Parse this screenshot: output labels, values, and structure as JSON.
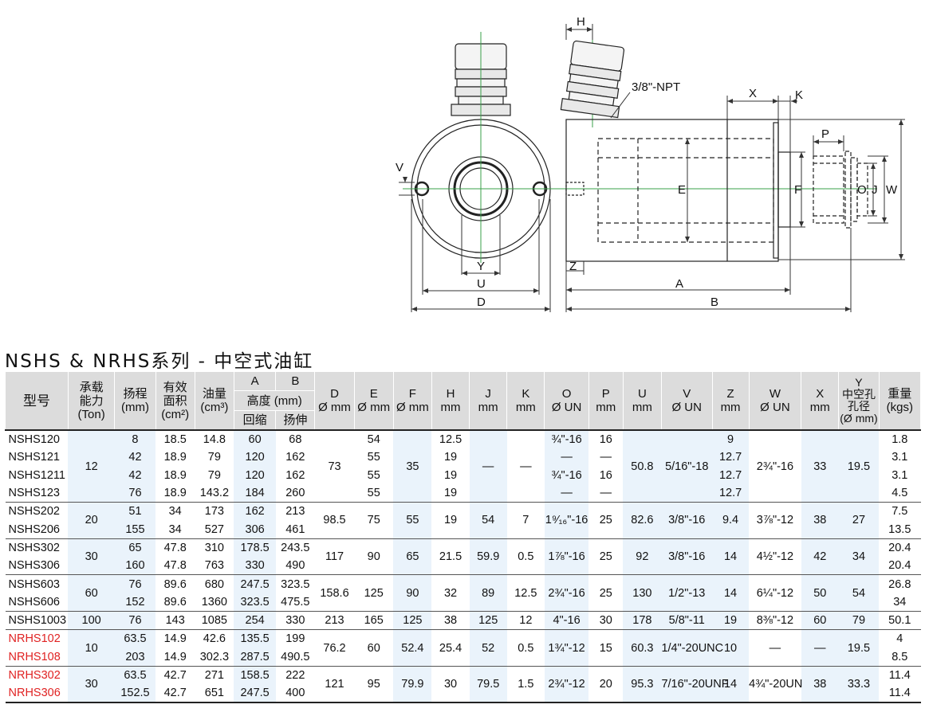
{
  "drawing": {
    "labels": {
      "H": "H",
      "npt": "3/8\"-NPT",
      "X": "X",
      "K": "K",
      "V": "V",
      "P": "P",
      "E": "E",
      "F": "F",
      "O": "O",
      "J": "J",
      "W": "W",
      "Z": "Z",
      "Y": "Y",
      "U": "U",
      "D": "D",
      "A": "A",
      "B": "B"
    }
  },
  "title": "NSHS & NRHS系列 - 中空式油缸",
  "table": {
    "headers": {
      "model": "型号",
      "capacity": [
        "承载",
        "能力",
        "(Ton)"
      ],
      "stroke": [
        "扬程",
        "(mm)"
      ],
      "area": [
        "有效",
        "面积",
        "(cm²)"
      ],
      "oil": [
        "油量",
        "(cm³)"
      ],
      "A": "A",
      "B": "B",
      "height": "高度 (mm)",
      "retracted": "回缩",
      "extended": "扬伸",
      "D": [
        "D",
        "Ø mm"
      ],
      "E": [
        "E",
        "Ø mm"
      ],
      "F": [
        "F",
        "Ø mm"
      ],
      "H": [
        "H",
        "mm"
      ],
      "J": [
        "J",
        "mm"
      ],
      "K": [
        "K",
        "mm"
      ],
      "O": [
        "O",
        "Ø UN"
      ],
      "P": [
        "P",
        "mm"
      ],
      "U": [
        "U",
        "mm"
      ],
      "V": [
        "V",
        "Ø UN"
      ],
      "Z": [
        "Z",
        "mm"
      ],
      "W": [
        "W",
        "Ø UN"
      ],
      "X": [
        "X",
        "mm"
      ],
      "Y": [
        "Y",
        "中空孔",
        "孔径",
        "(Ø mm)"
      ],
      "weight": [
        "重量",
        "(kgs)"
      ]
    },
    "groups": [
      {
        "capacity": "12",
        "D": "73",
        "F": "35",
        "J": "—",
        "K": "—",
        "U": "50.8",
        "V": "5/16\"-18",
        "W": "2¾\"-16",
        "X": "33",
        "Y": "19.5",
        "rows": [
          {
            "model": "NSHS120",
            "stroke": "8",
            "area": "18.5",
            "oil": "14.8",
            "A": "60",
            "B": "68",
            "E": "54",
            "H": "12.5",
            "O": "¾\"-16",
            "P": "16",
            "Z": "9",
            "weight": "1.8"
          },
          {
            "model": "NSHS121",
            "stroke": "42",
            "area": "18.9",
            "oil": "79",
            "A": "120",
            "B": "162",
            "E": "55",
            "H": "19",
            "O": "—",
            "P": "—",
            "Z": "12.7",
            "weight": "3.1"
          },
          {
            "model": "NSHS1211",
            "stroke": "42",
            "area": "18.9",
            "oil": "79",
            "A": "120",
            "B": "162",
            "E": "55",
            "H": "19",
            "O": "¾\"-16",
            "P": "16",
            "Z": "12.7",
            "weight": "3.1"
          },
          {
            "model": "NSHS123",
            "stroke": "76",
            "area": "18.9",
            "oil": "143.2",
            "A": "184",
            "B": "260",
            "E": "55",
            "H": "19",
            "O": "—",
            "P": "—",
            "Z": "12.7",
            "weight": "4.5"
          }
        ]
      },
      {
        "capacity": "20",
        "D": "98.5",
        "E": "75",
        "F": "55",
        "H": "19",
        "J": "54",
        "K": "7",
        "O": "1⁹⁄₁₆\"-16",
        "P": "25",
        "U": "82.6",
        "V": "3/8\"-16",
        "Z": "9.4",
        "W": "3⅞\"-12",
        "X": "38",
        "Y": "27",
        "rows": [
          {
            "model": "NSHS202",
            "stroke": "51",
            "area": "34",
            "oil": "173",
            "A": "162",
            "B": "213",
            "weight": "7.5"
          },
          {
            "model": "NSHS206",
            "stroke": "155",
            "area": "34",
            "oil": "527",
            "A": "306",
            "B": "461",
            "weight": "13.5"
          }
        ]
      },
      {
        "capacity": "30",
        "D": "117",
        "E": "90",
        "F": "65",
        "H": "21.5",
        "J": "59.9",
        "K": "0.5",
        "O": "1⅞\"-16",
        "P": "25",
        "U": "92",
        "V": "3/8\"-16",
        "Z": "14",
        "W": "4½\"-12",
        "X": "42",
        "Y": "34",
        "rows": [
          {
            "model": "NSHS302",
            "stroke": "65",
            "area": "47.8",
            "oil": "310",
            "A": "178.5",
            "B": "243.5",
            "weight": "20.4"
          },
          {
            "model": "NSHS306",
            "stroke": "160",
            "area": "47.8",
            "oil": "763",
            "A": "330",
            "B": "490",
            "weight": "20.4"
          }
        ]
      },
      {
        "capacity": "60",
        "D": "158.6",
        "E": "125",
        "F": "90",
        "H": "32",
        "J": "89",
        "K": "12.5",
        "O": "2¾\"-16",
        "P": "25",
        "U": "130",
        "V": "1/2\"-13",
        "Z": "14",
        "W": "6¼\"-12",
        "X": "50",
        "Y": "54",
        "rows": [
          {
            "model": "NSHS603",
            "stroke": "76",
            "area": "89.6",
            "oil": "680",
            "A": "247.5",
            "B": "323.5",
            "weight": "26.8"
          },
          {
            "model": "NSHS606",
            "stroke": "152",
            "area": "89.6",
            "oil": "1360",
            "A": "323.5",
            "B": "475.5",
            "weight": "34"
          }
        ]
      },
      {
        "capacity": "100",
        "D": "213",
        "E": "165",
        "F": "125",
        "H": "38",
        "J": "125",
        "K": "12",
        "O": "4\"-16",
        "P": "30",
        "U": "178",
        "V": "5/8\"-11",
        "Z": "19",
        "W": "8⅜\"-12",
        "X": "60",
        "Y": "79",
        "rows": [
          {
            "model": "NSHS1003",
            "stroke": "76",
            "area": "143",
            "oil": "1085",
            "A": "254",
            "B": "330",
            "weight": "50.1"
          }
        ]
      },
      {
        "capacity": "10",
        "D": "76.2",
        "E": "60",
        "F": "52.4",
        "H": "25.4",
        "J": "52",
        "K": "0.5",
        "O": "1¾\"-12",
        "P": "15",
        "U": "60.3",
        "V": "1/4\"-20UNC",
        "Z": "10",
        "W": "—",
        "X": "—",
        "Y": "19.5",
        "rows": [
          {
            "model": "NRHS102",
            "stroke": "63.5",
            "area": "14.9",
            "oil": "42.6",
            "A": "135.5",
            "B": "199",
            "weight": "4"
          },
          {
            "model": "NRHS108",
            "stroke": "203",
            "area": "14.9",
            "oil": "302.3",
            "A": "287.5",
            "B": "490.5",
            "weight": "8.5"
          }
        ]
      },
      {
        "capacity": "30",
        "D": "121",
        "E": "95",
        "F": "79.9",
        "H": "30",
        "J": "79.5",
        "K": "1.5",
        "O": "2¾\"-12",
        "P": "20",
        "U": "95.3",
        "V": "7/16\"-20UNF",
        "Z": "14",
        "W": "4¾\"-20UN",
        "X": "38",
        "Y": "33.3",
        "rows": [
          {
            "model": "NRHS302",
            "stroke": "63.5",
            "area": "42.7",
            "oil": "271",
            "A": "158.5",
            "B": "222",
            "weight": "11.4"
          },
          {
            "model": "NRHS306",
            "stroke": "152.5",
            "area": "42.7",
            "oil": "651",
            "A": "247.5",
            "B": "400",
            "weight": "11.4"
          }
        ]
      }
    ],
    "red_models": [
      "NRHS102",
      "NRHS108",
      "NRHS302",
      "NRHS306"
    ]
  }
}
